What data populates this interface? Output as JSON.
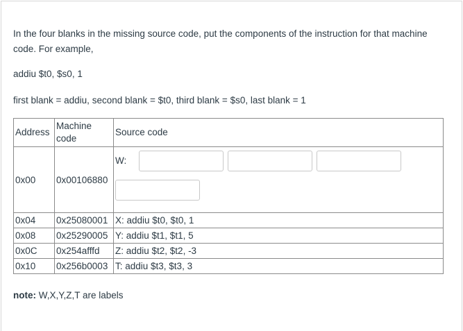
{
  "instructions": {
    "intro": "In the four blanks in the missing source code, put the components of the instruction for that machine code. For example,",
    "example": "addiu $t0, $s0, 1",
    "blanks_desc": "first blank = addiu, second blank = $t0, third blank = $s0, last blank = 1"
  },
  "table": {
    "headers": {
      "address": "Address",
      "machine_code": "Machine code",
      "source_code": "Source code"
    },
    "missing_row": {
      "address": "0x00",
      "machine_code": "0x00106880",
      "label": "W:"
    },
    "rows": [
      {
        "address": "0x04",
        "machine_code": "0x25080001",
        "source": "X: addiu $t0, $t0, 1"
      },
      {
        "address": "0x08",
        "machine_code": "0x25290005",
        "source": "Y: addiu $t1, $t1, 5"
      },
      {
        "address": "0x0C",
        "machine_code": "0x254afffd",
        "source": "Z: addiu $t2, $t2, -3"
      },
      {
        "address": "0x10",
        "machine_code": "0x256b0003",
        "source": "T: addiu $t3, $t3, 3"
      }
    ]
  },
  "note": {
    "label": "note:",
    "text": " W,X,Y,Z,T are labels"
  }
}
